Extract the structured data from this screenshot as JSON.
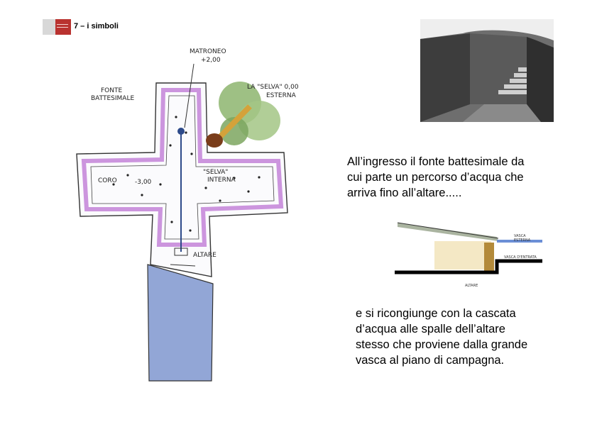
{
  "header": {
    "section_title": "7 – i simboli"
  },
  "plan_sketch": {
    "labels": {
      "matroneo": "MATRONEO",
      "matroneo_level": "+2,00",
      "fonte": "FONTE",
      "battesimale": "BATTESIMALE",
      "selva_esterna_1": "LA \"SELVA\" 0,00",
      "selva_esterna_2": "ESTERNA",
      "coro": "CORO",
      "level_minus": "-3,00",
      "selva_interna_1": "\"SELVA\"",
      "selva_interna_2": "INTERNA",
      "altare": "ALTARE"
    }
  },
  "section_sketch": {
    "labels": {
      "vasca_esterna_1": "VASCA",
      "vasca_esterna_2": "ESTERNA",
      "vasca_d_entrata": "VASCA D'ENTRATA",
      "altare": "ALTARE"
    }
  },
  "text": {
    "paragraph1_lines": [
      "All’ingresso il fonte battesimale da",
      "cui parte un percorso d’acqua che",
      "arriva fino all’altare....."
    ],
    "paragraph2_lines": [
      "e si ricongiunge con la cascata",
      "d’acqua alle spalle dell’altare",
      "stesso che proviene dalla grande",
      "vasca al piano di campagna."
    ]
  },
  "colors": {
    "logo_red": "#b9322f",
    "water_blue": "#7f96cf",
    "border_purple": "#b86ad0",
    "tree_green": "#8db56f"
  }
}
